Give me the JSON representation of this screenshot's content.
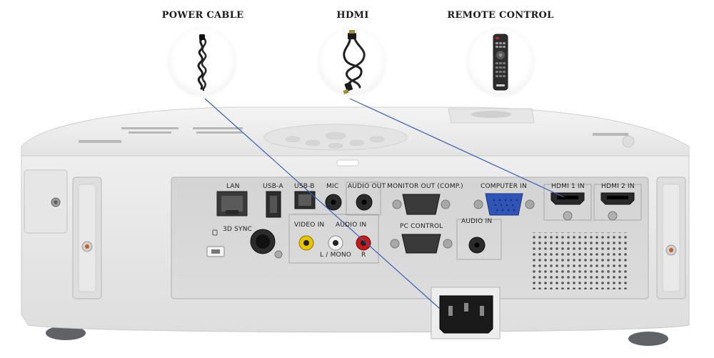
{
  "accessories": [
    {
      "id": "power-cable",
      "label": "POWER CABLE",
      "icon": "coiled-power-cord"
    },
    {
      "id": "hdmi",
      "label": "HDMI",
      "icon": "hdmi-cable"
    },
    {
      "id": "remote",
      "label": "REMOTE CONTROL",
      "icon": "remote-control"
    }
  ],
  "ports": {
    "lan": "LAN",
    "usb_a": "USB-A",
    "usb_b": "USB-B",
    "mic": "MIC",
    "audio_out": "AUDIO OUT",
    "monitor_out": "MONITOR OUT (COMP.)",
    "computer_in": "COMPUTER IN",
    "hdmi1": "HDMI 1 IN",
    "hdmi2": "HDMI 2 IN",
    "sync3d": "3D SYNC",
    "video_in": "VIDEO IN",
    "audio_in_rca": "AUDIO IN",
    "l_mono": "L / MONO",
    "r": "R",
    "pc_control": "PC CONTROL",
    "audio_in": "AUDIO IN"
  },
  "colors": {
    "body": "#ebebeb",
    "panel": "#dcdcdc",
    "leader_line": "#3f5fb0",
    "video_jack": "#e8c400",
    "audio_l_jack": "#e8e8e8",
    "audio_r_jack": "#c81818",
    "vga_in": "#2f55b8"
  }
}
